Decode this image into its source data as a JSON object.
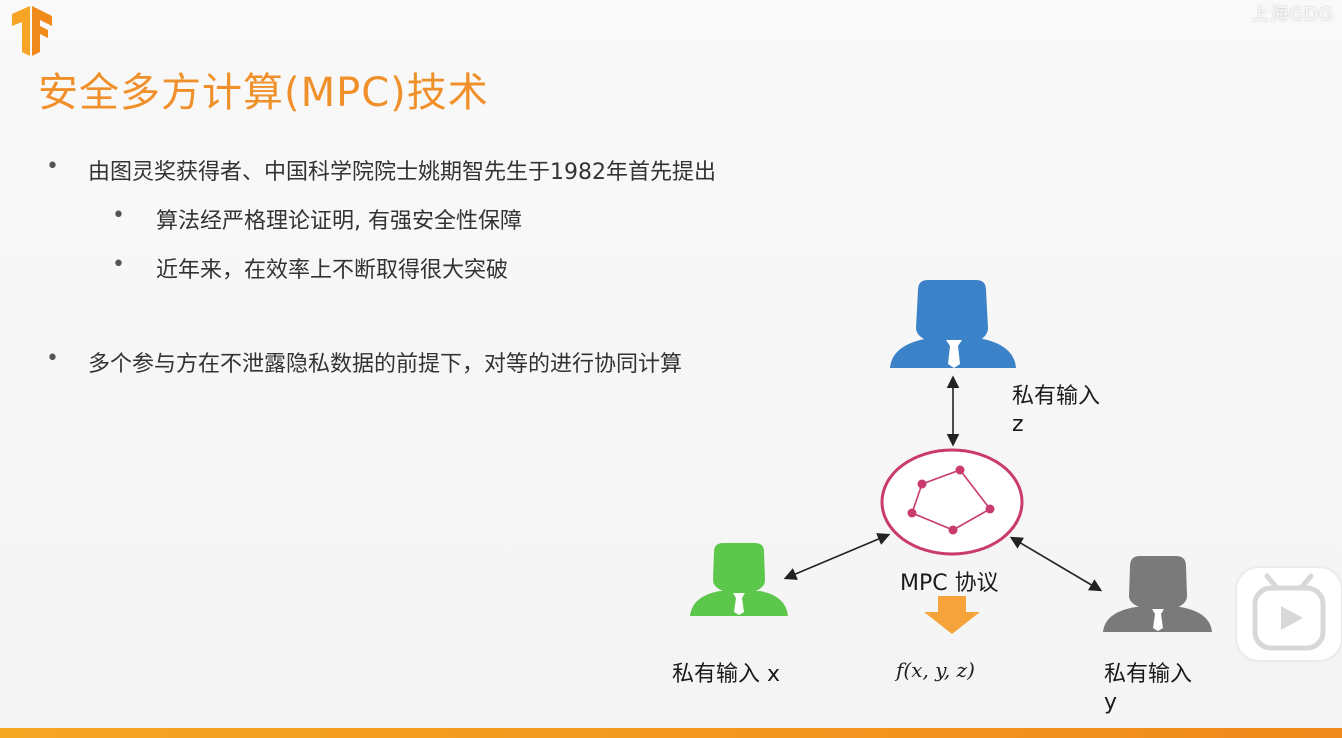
{
  "slide": {
    "title": "安全多方计算(MPC)技术",
    "watermark": "上海GDG",
    "bullets": [
      {
        "text": "由图灵奖获得者、中国科学院院士姚期智先生于1982年首先提出",
        "level": 1
      },
      {
        "text": "算法经严格理论证明, 有强安全性保障",
        "level": 2
      },
      {
        "text": "近年来，在效率上不断取得很大突破",
        "level": 2
      },
      {
        "text": "多个参与方在不泄露隐私数据的前提下，对等的进行协同计算",
        "level": 1
      }
    ],
    "bullet_marker": "•"
  },
  "diagram": {
    "party_z_label": "私有输入",
    "party_z_var": "z",
    "party_x_label": "私有输入 x",
    "party_y_label": "私有输入",
    "party_y_var": "y",
    "protocol_label": "MPC 协议",
    "function_label": "f(x, y, z)",
    "colors": {
      "party_z": "#3b82c9",
      "party_x": "#5cc74a",
      "party_y": "#7a7a7a",
      "protocol_ring": "#c93a6e",
      "arrow_down": "#f5a33a",
      "title": "#f0902a"
    }
  },
  "icons": {
    "logo": "tensorflow-logo-icon",
    "person": "user-silhouette-icon",
    "play": "play-icon"
  }
}
